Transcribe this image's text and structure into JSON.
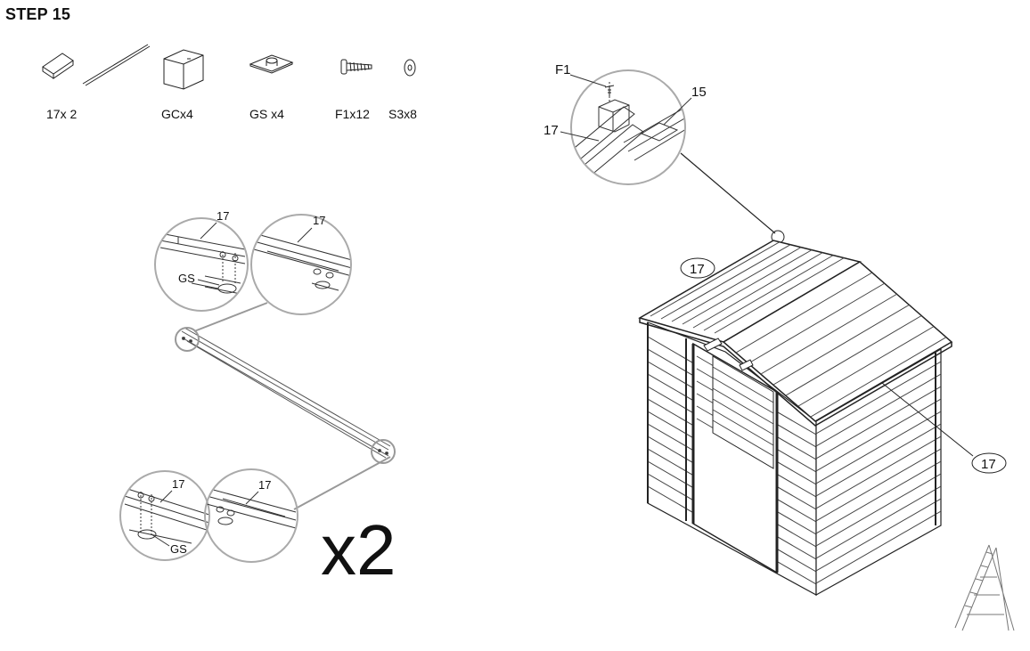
{
  "title": "STEP 15",
  "parts": [
    {
      "qty": "17x 2",
      "icon": "roof-beam-icon"
    },
    {
      "qty": "GCx4",
      "icon": "gable-corner-icon"
    },
    {
      "qty": "GS x4",
      "icon": "gable-support-icon"
    },
    {
      "qty": "F1x12",
      "icon": "screw-icon"
    },
    {
      "qty": "S3x8",
      "icon": "washer-icon"
    }
  ],
  "callouts": {
    "part_17": "17",
    "part_15": "15",
    "part_f1": "F1",
    "part_gs": "GS"
  },
  "multiplier": "x2",
  "icons": [
    "ladder-icon"
  ]
}
